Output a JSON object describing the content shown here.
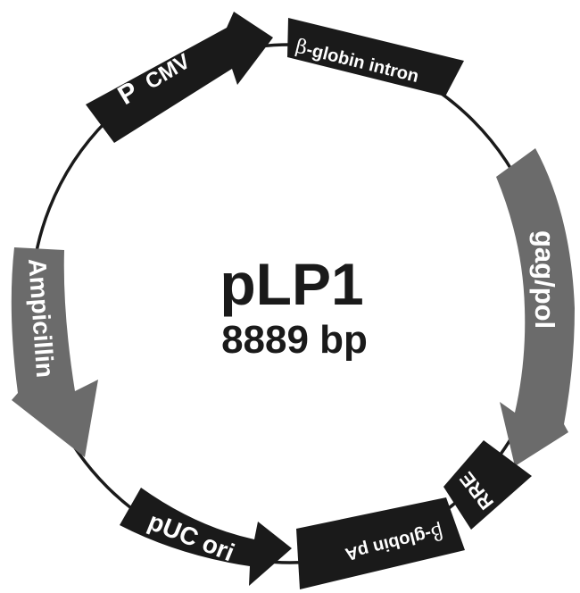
{
  "plasmid": {
    "name": "pLP1",
    "size": "8889 bp"
  },
  "features": {
    "pcmv": {
      "main": "P",
      "sub": "CMV"
    },
    "beta_intron": {
      "greek": "β",
      "text": "-globin intron"
    },
    "gag_pol": {
      "text": "gag/pol"
    },
    "rre": {
      "text": "RRE"
    },
    "beta_pa": {
      "greek": "β",
      "text": "-globin pA"
    },
    "puc_ori": {
      "text": "pUC ori"
    },
    "ampicillin": {
      "text": "Ampicillin"
    }
  },
  "colors": {
    "backbone": "#1a1a1a",
    "dark_feature": "#1a1a1a",
    "gray_feature": "#6b6b6b",
    "label_on_feature": "#ffffff",
    "center_text": "#1a1a1a"
  }
}
